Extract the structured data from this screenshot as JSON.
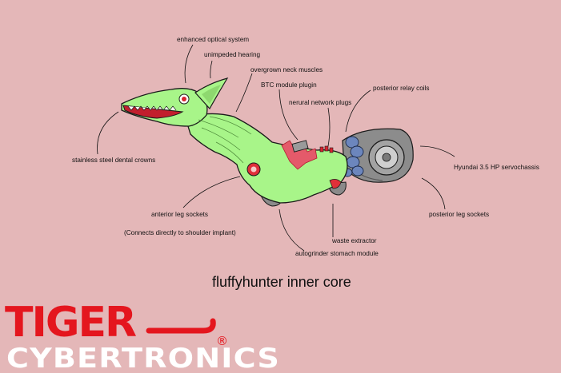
{
  "diagram": {
    "title": "fluffyhunter inner core",
    "labels": {
      "optical": "enhanced optical system",
      "hearing": "unimpeded hearing",
      "neck": "overgrown neck muscles",
      "btc": "BTC module plugin",
      "neural": "nerural network plugs",
      "relay": "posterior relay coils",
      "dental": "stainless steel dental crowns",
      "servo": "Hyundai 3.5 HP servochassis",
      "anterior": "anterior leg sockets",
      "shoulder": "(Connects directly to shoulder implant)",
      "posterior_leg": "posterior leg sockets",
      "waste": "waste extractor",
      "stomach": "autogrinder stomach module"
    }
  },
  "logo": {
    "word1": "TIGER",
    "word2": "CYBERTRONICS",
    "mark": "®",
    "colors": {
      "red": "#e4161e",
      "white": "#ffffff"
    }
  },
  "colors": {
    "background": "#e4b7b8",
    "body": "#a8f589",
    "body_shade": "#8ed86f",
    "chassis": "#8a8a8a",
    "coils": "#6a82b8",
    "wound": "#e0303a"
  }
}
